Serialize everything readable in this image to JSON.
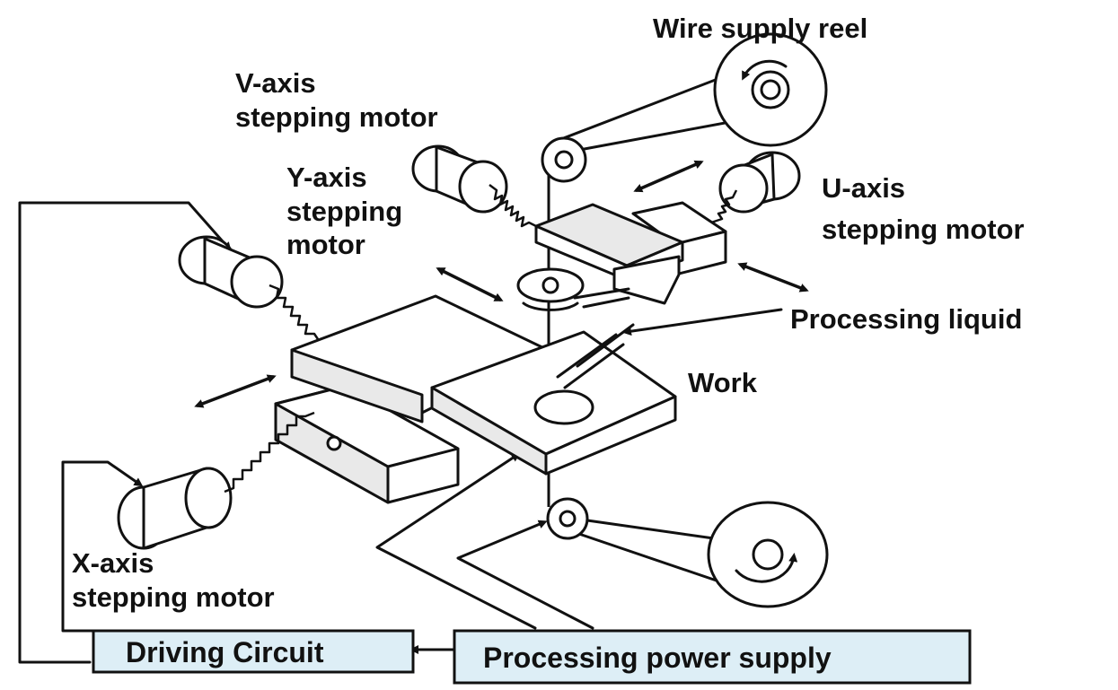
{
  "labels": {
    "wire_supply_reel": "Wire supply reel",
    "v_axis_line1": "V-axis",
    "v_axis_line2": "stepping motor",
    "y_axis_line1": "Y-axis",
    "y_axis_line2": "stepping",
    "y_axis_line3": "motor",
    "u_axis_line1": "U-axis",
    "u_axis_line2": "stepping motor",
    "processing_liquid": "Processing liquid",
    "work": "Work",
    "x_axis_line1": "X-axis",
    "x_axis_line2": "stepping motor"
  },
  "boxes": {
    "driving_circuit": "Driving Circuit",
    "processing_power_supply": "Processing power supply"
  },
  "colors": {
    "box_fill": "#ddeef6",
    "ink": "#111111",
    "background": "#ffffff"
  }
}
